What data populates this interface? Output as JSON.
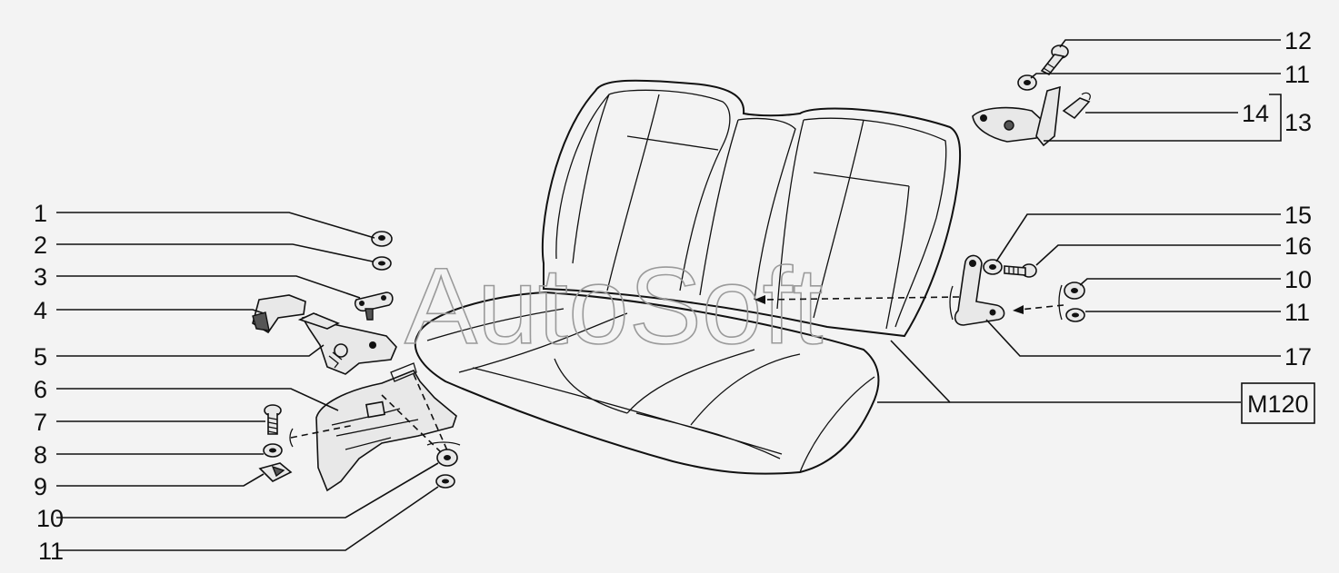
{
  "watermark": "AutoSoft",
  "model_code": "M120",
  "callouts_left": [
    {
      "id": "1"
    },
    {
      "id": "2"
    },
    {
      "id": "3"
    },
    {
      "id": "4"
    },
    {
      "id": "5"
    },
    {
      "id": "6"
    },
    {
      "id": "7"
    },
    {
      "id": "8"
    },
    {
      "id": "9"
    },
    {
      "id": "10"
    },
    {
      "id": "11"
    }
  ],
  "callouts_right": [
    {
      "id": "12"
    },
    {
      "id": "11"
    },
    {
      "id": "14"
    },
    {
      "id": "13"
    },
    {
      "id": "15"
    },
    {
      "id": "16"
    },
    {
      "id": "10"
    },
    {
      "id": "11"
    },
    {
      "id": "17"
    }
  ],
  "colors": {
    "line": "#111111",
    "background": "#f3f3f3",
    "watermark": "#9a9a9a"
  }
}
